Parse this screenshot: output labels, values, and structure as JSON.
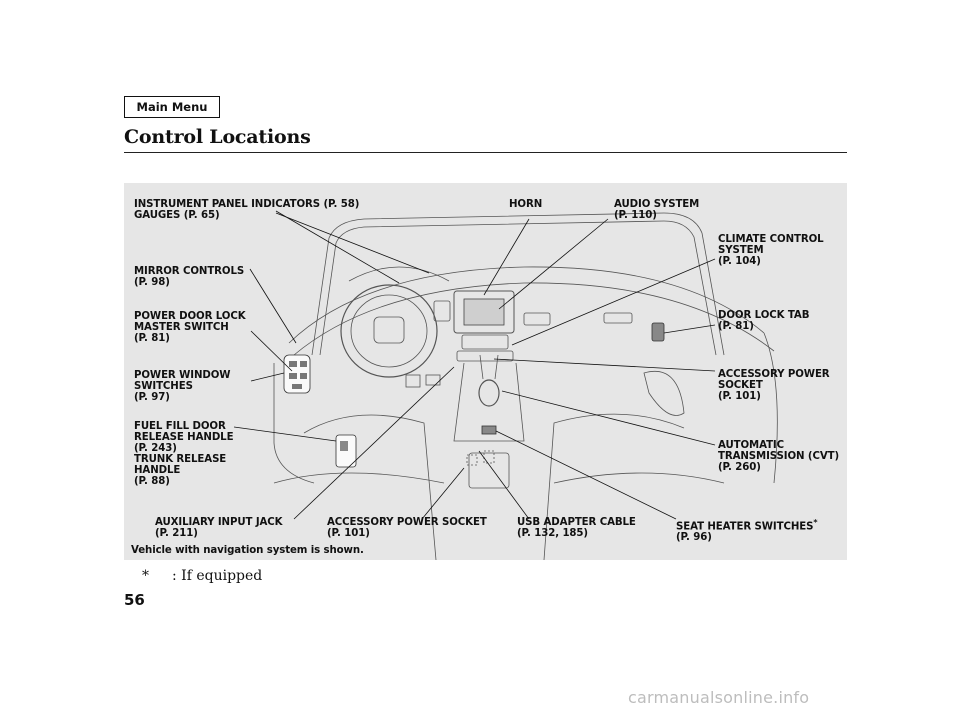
{
  "nav": {
    "main_menu_label": "Main Menu"
  },
  "page": {
    "title": "Control Locations",
    "number": "56"
  },
  "labels": {
    "instrument_panel_indicators": "INSTRUMENT PANEL INDICATORS (P. 58)",
    "gauges": "GAUGES (P. 65)",
    "horn": "HORN",
    "audio_system": "AUDIO SYSTEM",
    "audio_system_page": "(P. 110)",
    "climate_control_1": "CLIMATE CONTROL",
    "climate_control_2": "SYSTEM",
    "climate_control_page": "(P. 104)",
    "mirror_controls": "MIRROR CONTROLS",
    "mirror_controls_page": "(P. 98)",
    "power_door_lock_1": "POWER DOOR LOCK",
    "power_door_lock_2": "MASTER SWITCH",
    "power_door_lock_page": "(P. 81)",
    "door_lock_tab": "DOOR LOCK TAB",
    "door_lock_tab_page": "(P. 81)",
    "power_window_1": "POWER WINDOW",
    "power_window_2": "SWITCHES",
    "power_window_page": "(P. 97)",
    "accessory_socket_1": "ACCESSORY POWER",
    "accessory_socket_2": "SOCKET",
    "accessory_socket_page": "(P. 101)",
    "fuel_fill_1": "FUEL FILL DOOR",
    "fuel_fill_2": "RELEASE HANDLE",
    "fuel_fill_page": "(P. 243)",
    "trunk_release_1": "TRUNK RELEASE",
    "trunk_release_2": "HANDLE",
    "trunk_release_page": "(P. 88)",
    "automatic_transmission_1": "AUTOMATIC",
    "automatic_transmission_2": "TRANSMISSION (CVT)",
    "automatic_transmission_page": "(P. 260)",
    "auxiliary_input": "AUXILIARY INPUT JACK",
    "auxiliary_input_page": "(P. 211)",
    "accessory_socket_console": "ACCESSORY POWER SOCKET",
    "accessory_socket_console_page": "(P. 101)",
    "usb_adapter": "USB ADAPTER CABLE",
    "usb_adapter_page": "(P. 132, 185)",
    "seat_heater": "SEAT HEATER SWITCHES",
    "seat_heater_mark": "*",
    "seat_heater_page": "(P. 96)",
    "caption": "Vehicle with navigation system is shown."
  },
  "footnote": {
    "symbol": "*",
    "text": ":  If equipped"
  },
  "watermark": "carmanualsonline.info"
}
